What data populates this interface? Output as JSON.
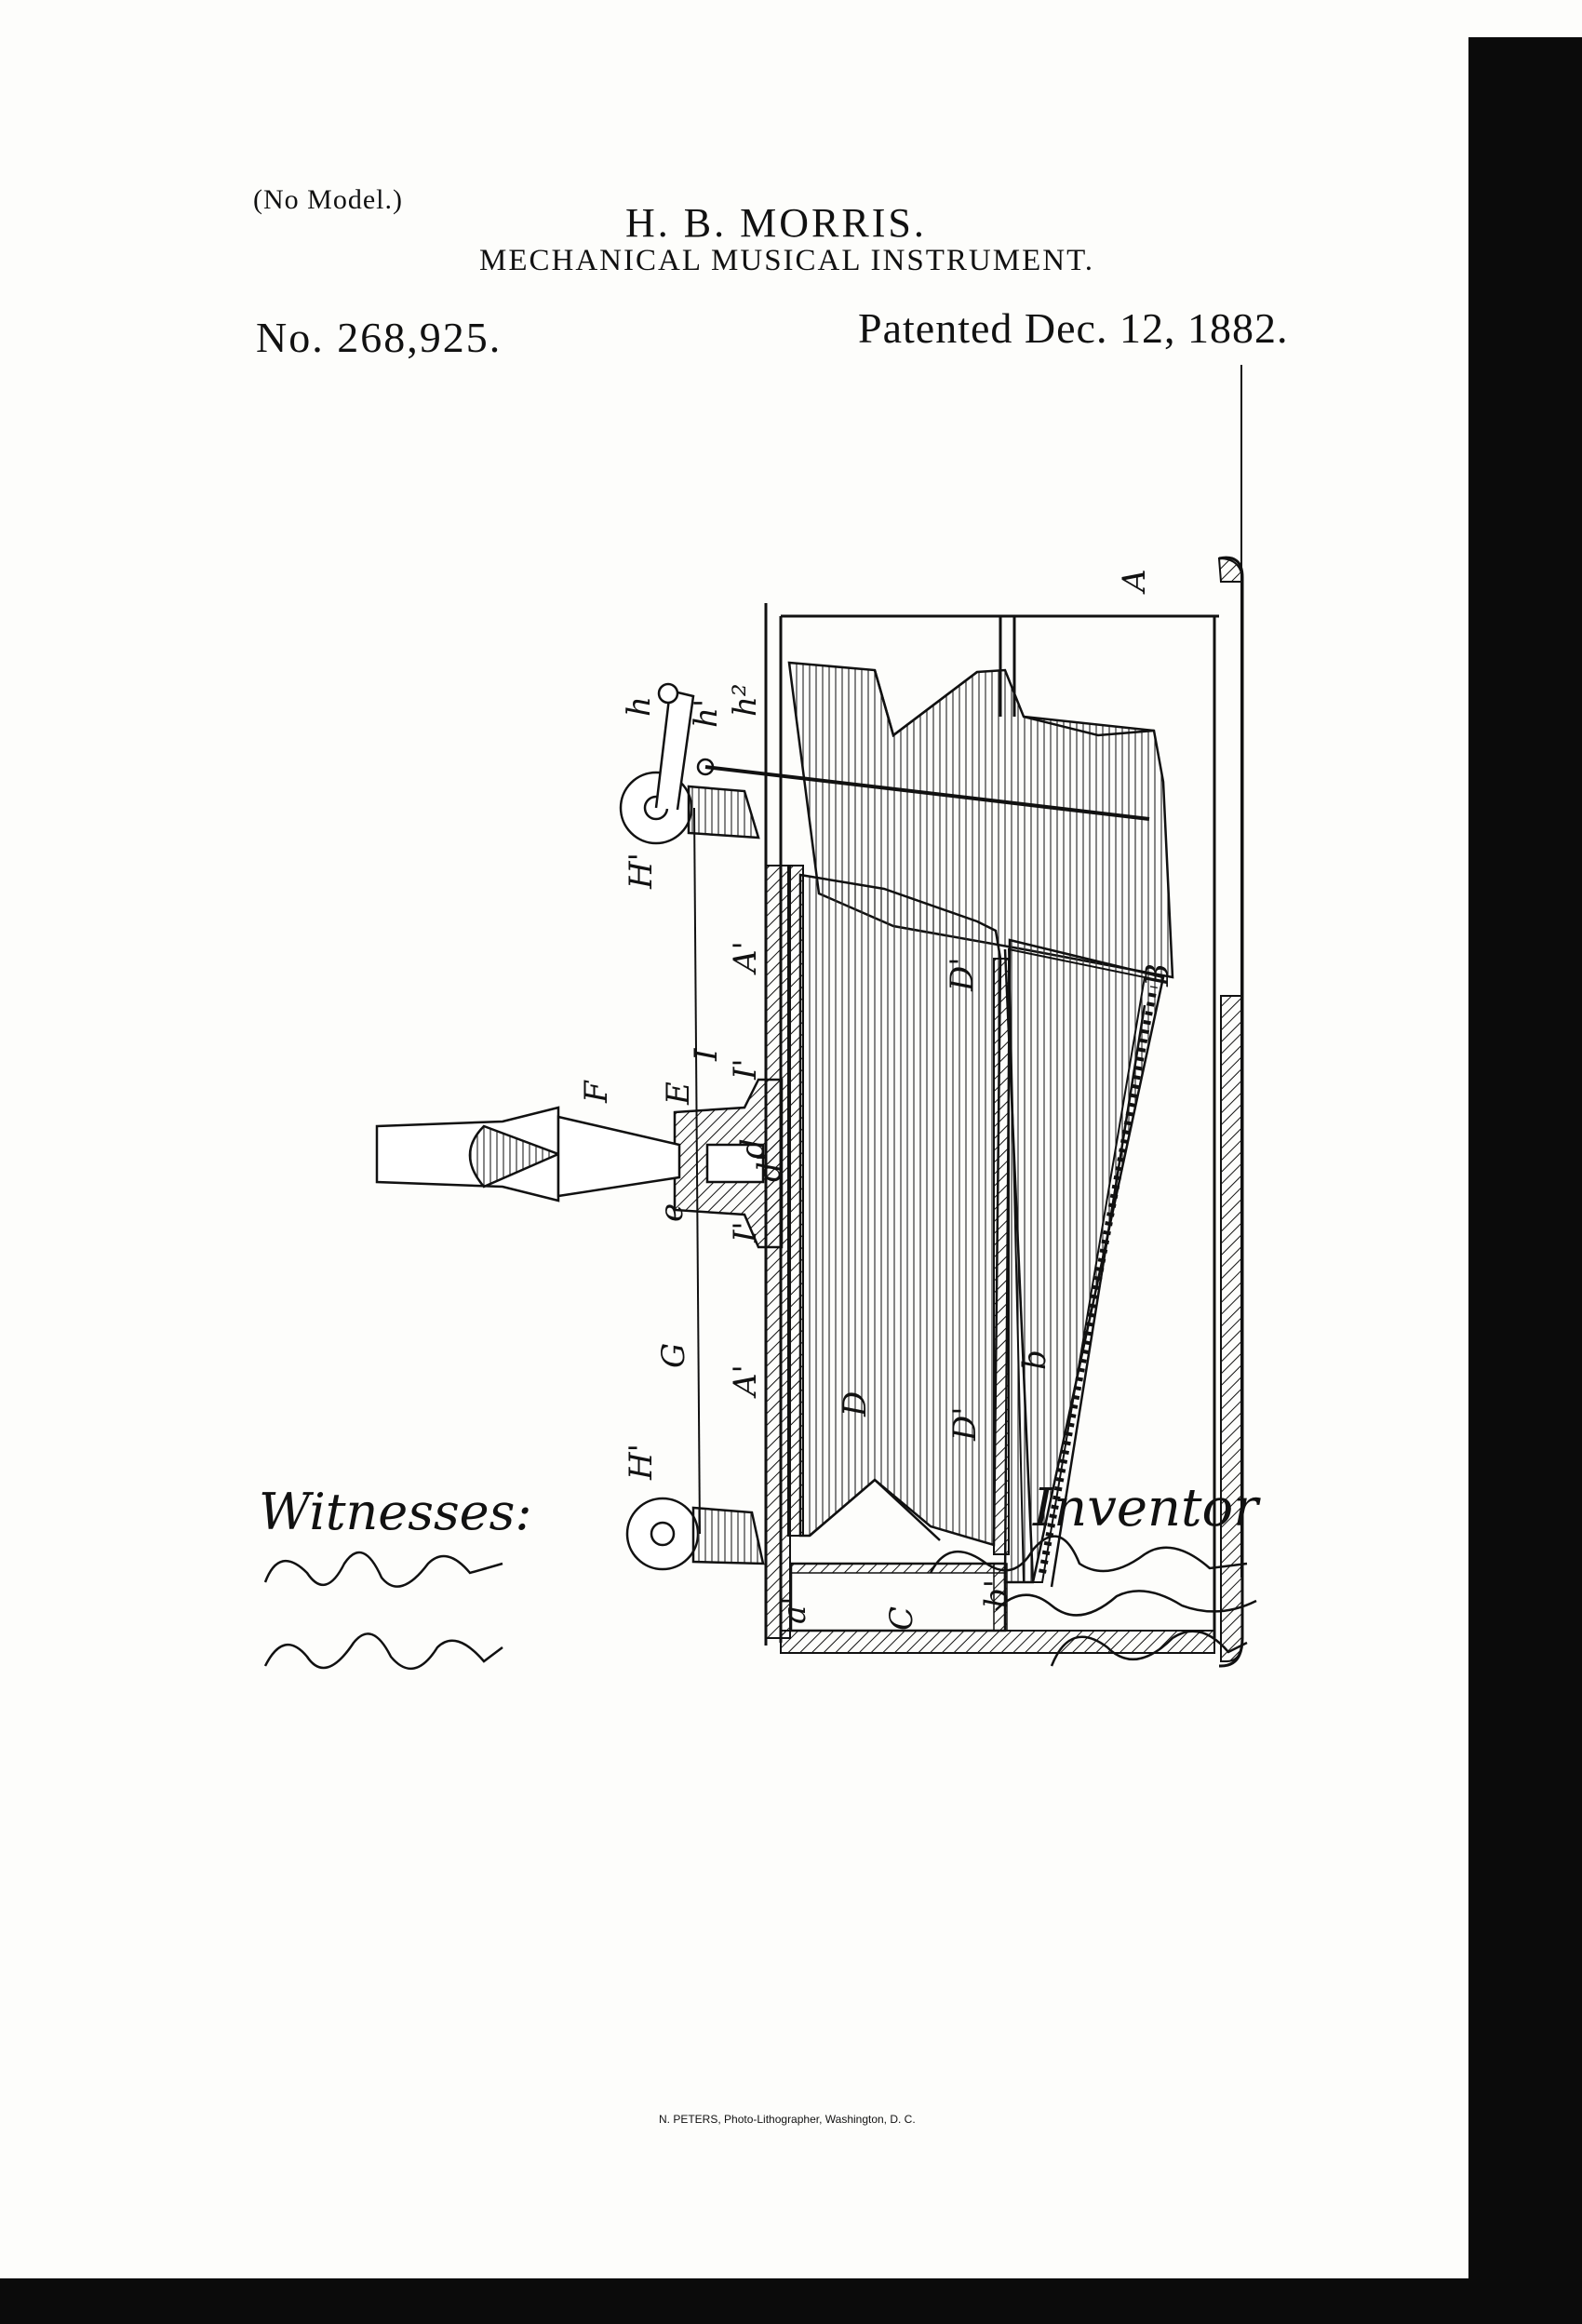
{
  "header": {
    "model_note": "(No Model.)",
    "inventor": "H. B. MORRIS.",
    "title": "MECHANICAL MUSICAL INSTRUMENT.",
    "patent_number": "No. 268,925.",
    "patented_date": "Patented Dec. 12, 1882."
  },
  "figure": {
    "reference_labels": [
      "A",
      "B",
      "A'",
      "D'",
      "D'",
      "D",
      "A'",
      "C",
      "b'",
      "b",
      "a'",
      "E",
      "F",
      "e",
      "G",
      "H'",
      "H'",
      "I",
      "I'",
      "I'",
      "d",
      "d'",
      "h",
      "h'",
      "h²"
    ]
  },
  "footer": {
    "witnesses_label": "Witnesses:",
    "inventor_label": "Inventor",
    "printer_credit": "N. PETERS, Photo-Lithographer, Washington, D. C."
  }
}
